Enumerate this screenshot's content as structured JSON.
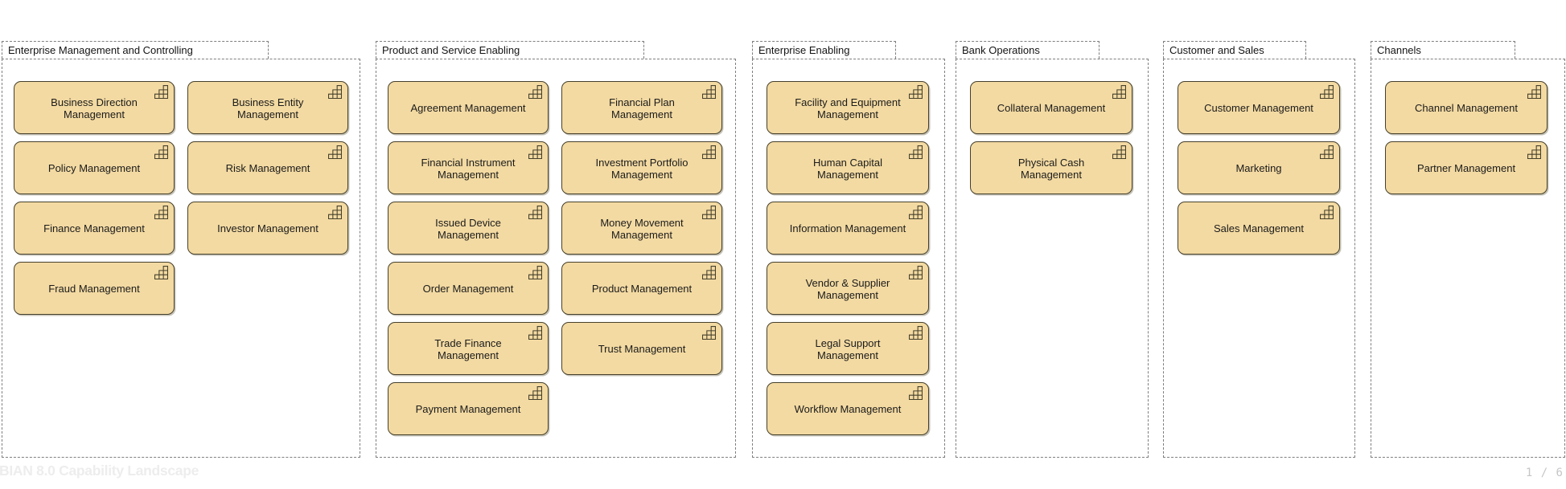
{
  "document": {
    "watermark": "BIAN 8.0 Capability Landscape",
    "page_indicator": "1 / 6"
  },
  "colors": {
    "capability_fill": "#F3DAA2",
    "capability_border": "#45402C",
    "group_border": "#7F7F7F",
    "label_text": "#1B1B1B",
    "watermark_text": "#EDEDED",
    "page_text": "#C6C6C6"
  },
  "icons": {
    "capability": "capability-staircase-grid-icon"
  },
  "groups": [
    {
      "label": "Enterprise Management and Controlling",
      "columns": [
        {
          "items": [
            "Business Direction Management",
            "Policy Management",
            "Finance Management",
            "Fraud Management"
          ]
        },
        {
          "items": [
            "Business Entity Management",
            "Risk Management",
            "Investor Management"
          ]
        }
      ]
    },
    {
      "label": "Product and Service Enabling",
      "columns": [
        {
          "items": [
            "Agreement Management",
            "Financial Instrument Management",
            "Issued Device Management",
            "Order Management",
            "Trade Finance Management",
            "Payment Management"
          ]
        },
        {
          "items": [
            "Financial Plan Management",
            "Investment Portfolio Management",
            "Money Movement Management",
            "Product Management",
            "Trust Management"
          ]
        }
      ]
    },
    {
      "label": "Enterprise Enabling",
      "columns": [
        {
          "items": [
            "Facility and Equipment Management",
            "Human Capital Management",
            "Information Management",
            "Vendor & Supplier Management",
            "Legal Support Management",
            "Workflow Management"
          ]
        }
      ]
    },
    {
      "label": "Bank Operations",
      "columns": [
        {
          "items": [
            "Collateral Management",
            "Physical Cash Management"
          ]
        }
      ]
    },
    {
      "label": "Customer and Sales",
      "columns": [
        {
          "items": [
            "Customer Management",
            "Marketing",
            "Sales Management"
          ]
        }
      ]
    },
    {
      "label": "Channels",
      "columns": [
        {
          "items": [
            "Channel Management",
            "Partner Management"
          ]
        }
      ]
    }
  ]
}
